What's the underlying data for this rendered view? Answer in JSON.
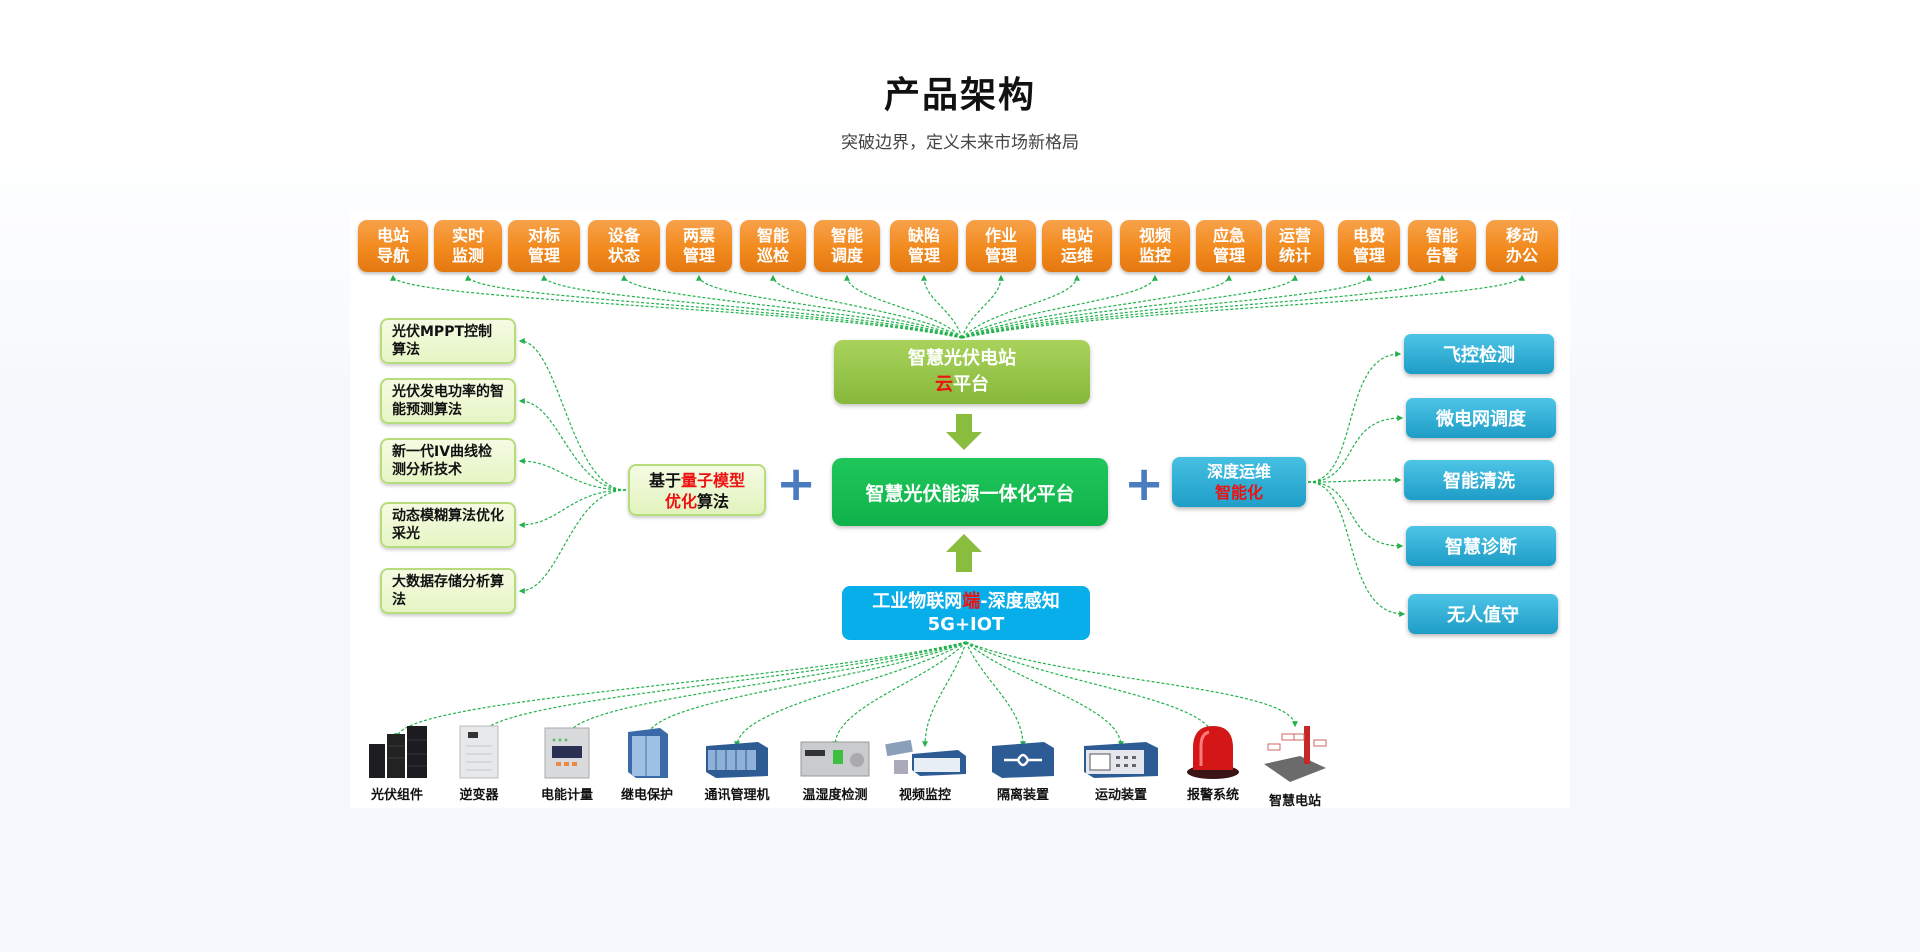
{
  "header": {
    "title": "产品架构",
    "subtitle": "突破边界，定义未来市场新格局"
  },
  "top_modules": [
    {
      "line1": "电站",
      "line2": "导航"
    },
    {
      "line1": "实时",
      "line2": "监测"
    },
    {
      "line1": "对标",
      "line2": "管理"
    },
    {
      "line1": "设备",
      "line2": "状态"
    },
    {
      "line1": "两票",
      "line2": "管理"
    },
    {
      "line1": "智能",
      "line2": "巡检"
    },
    {
      "line1": "智能",
      "line2": "调度"
    },
    {
      "line1": "缺陷",
      "line2": "管理"
    },
    {
      "line1": "作业",
      "line2": "管理"
    },
    {
      "line1": "电站",
      "line2": "运维"
    },
    {
      "line1": "视频",
      "line2": "监控"
    },
    {
      "line1": "应急",
      "line2": "管理"
    },
    {
      "line1": "运营",
      "line2": "统计"
    },
    {
      "line1": "电费",
      "line2": "管理"
    },
    {
      "line1": "智能",
      "line2": "告警"
    },
    {
      "line1": "移动",
      "line2": "办公"
    }
  ],
  "cloud_platform": {
    "line1": "智慧光伏电站",
    "highlight": "云",
    "rest": "平台"
  },
  "core_platform": {
    "label": "智慧光伏能源一体化平台"
  },
  "iot_layer": {
    "prefix": "工业物联网",
    "highlight": "端",
    "suffix": "-深度感知",
    "line2": "5G+IOT"
  },
  "algorithm_hub": {
    "prefix": "基于",
    "highlight1": "量子模型",
    "highlight2": "优化",
    "suffix": "算法"
  },
  "algorithms": [
    "光伏MPPT控制算法",
    "光伏发电功率的智能预测算法",
    "新一代IV曲线检测分析技术",
    "动态模糊算法优化采光",
    "大数据存储分析算法"
  ],
  "ops_hub": {
    "line1": "深度运维",
    "highlight": "智能化"
  },
  "ops_features": [
    "飞控检测",
    "微电网调度",
    "智能清洗",
    "智慧诊断",
    "无人值守"
  ],
  "devices": [
    {
      "label": "光伏组件",
      "icon": "solar-panel-icon"
    },
    {
      "label": "逆变器",
      "icon": "inverter-icon"
    },
    {
      "label": "电能计量",
      "icon": "energy-meter-icon"
    },
    {
      "label": "继电保护",
      "icon": "relay-cabinet-icon"
    },
    {
      "label": "通讯管理机",
      "icon": "comm-manager-icon"
    },
    {
      "label": "温湿度检测",
      "icon": "thermo-hygrometer-icon"
    },
    {
      "label": "视频监控",
      "icon": "camera-icon"
    },
    {
      "label": "隔离装置",
      "icon": "isolation-device-icon"
    },
    {
      "label": "运动装置",
      "icon": "telecontrol-device-icon"
    },
    {
      "label": "报警系统",
      "icon": "alarm-light-icon"
    },
    {
      "label": "智慧电站",
      "icon": "smart-station-icon"
    }
  ],
  "colors": {
    "orange": "#f28a1e",
    "light_green": "#e6f5c4",
    "olive_green": "#86b83a",
    "core_green": "#0fb24a",
    "iot_blue": "#08aeea",
    "ops_blue": "#1f9ec8",
    "link_green": "#22b14c",
    "highlight_red": "#ee1111",
    "plus_blue": "#4a7cc0"
  }
}
